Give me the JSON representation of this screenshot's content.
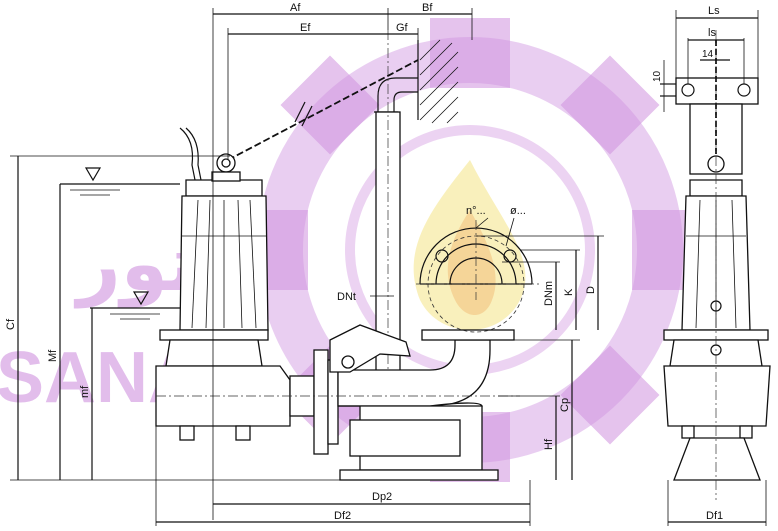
{
  "colors": {
    "line": "#111111",
    "watermark": "#cf92df",
    "flame_outer": "#f7e9a0",
    "flame_inner": "#f3c989"
  },
  "watermark": {
    "latin": "SANAT",
    "persian": "آتور"
  },
  "dimensions": {
    "Af": "Af",
    "Bf": "Bf",
    "Ef": "Ef",
    "Gf": "Gf",
    "Cf": "Cf",
    "Mf": "Mf",
    "mf": "mf",
    "Hf": "Hf",
    "Cp": "Cp",
    "Dp2": "Dp2",
    "Df2": "Df2",
    "Df1": "Df1",
    "DNt": "DNt",
    "DNm": "DNm",
    "K": "K",
    "D": "D",
    "Ls": "Ls",
    "ls": "ls",
    "n14": "14",
    "n10": "10",
    "holes": "n°...",
    "dia": "ø..."
  }
}
